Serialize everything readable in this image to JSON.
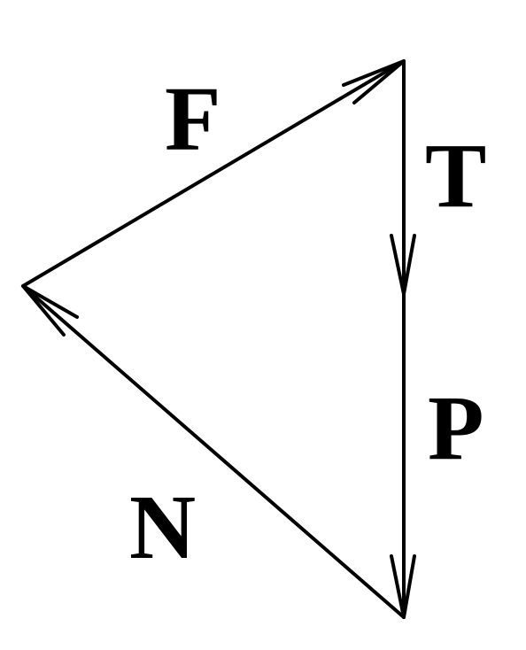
{
  "labels": {
    "F": "F",
    "T": "T",
    "P": "P",
    "N": "N"
  },
  "colors": {
    "stroke": "#000000",
    "text": "#000000",
    "background": "#ffffff"
  }
}
